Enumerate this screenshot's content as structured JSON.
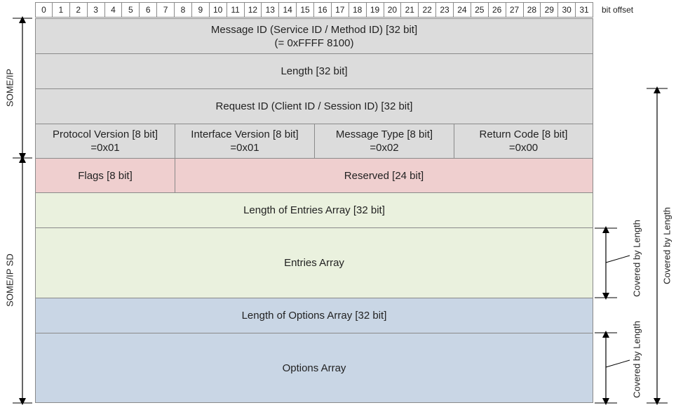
{
  "bit_header": {
    "offsets": [
      "0",
      "1",
      "2",
      "3",
      "4",
      "5",
      "6",
      "7",
      "8",
      "9",
      "10",
      "11",
      "12",
      "13",
      "14",
      "15",
      "16",
      "17",
      "18",
      "19",
      "20",
      "21",
      "22",
      "23",
      "24",
      "25",
      "26",
      "27",
      "28",
      "29",
      "30",
      "31"
    ],
    "offset_label": "bit offset"
  },
  "fields": {
    "message_id": {
      "line1": "Message ID (Service ID / Method ID) [32 bit]",
      "line2": "(= 0xFFFF 8100)"
    },
    "length": {
      "line1": "Length [32 bit]"
    },
    "request_id": {
      "line1": "Request ID (Client ID / Session ID) [32 bit]"
    },
    "protocol_version": {
      "line1": "Protocol Version [8 bit]",
      "line2": "=0x01"
    },
    "interface_version": {
      "line1": "Interface Version [8 bit]",
      "line2": "=0x01"
    },
    "message_type": {
      "line1": "Message Type [8 bit]",
      "line2": "=0x02"
    },
    "return_code": {
      "line1": "Return Code [8 bit]",
      "line2": "=0x00"
    },
    "flags": {
      "line1": "Flags [8 bit]"
    },
    "reserved": {
      "line1": "Reserved [24 bit]"
    },
    "length_entries": {
      "line1": "Length of Entries Array  [32 bit]"
    },
    "entries_array": {
      "line1": "Entries Array"
    },
    "length_options": {
      "line1": "Length of Options Array  [32 bit]"
    },
    "options_array": {
      "line1": "Options Array"
    }
  },
  "side_labels": {
    "someip": "SOME/IP",
    "someip_sd": "SOME/IP SD"
  },
  "annotations": {
    "covered_entries": "Covered by Length",
    "covered_options": "Covered by Length",
    "covered_total": "Covered by Length"
  },
  "colors": {
    "header": "#dcdcdc",
    "flags": "#efcfcf",
    "entries": "#eaf1de",
    "options": "#c9d6e5",
    "border": "#8a8a8a"
  }
}
